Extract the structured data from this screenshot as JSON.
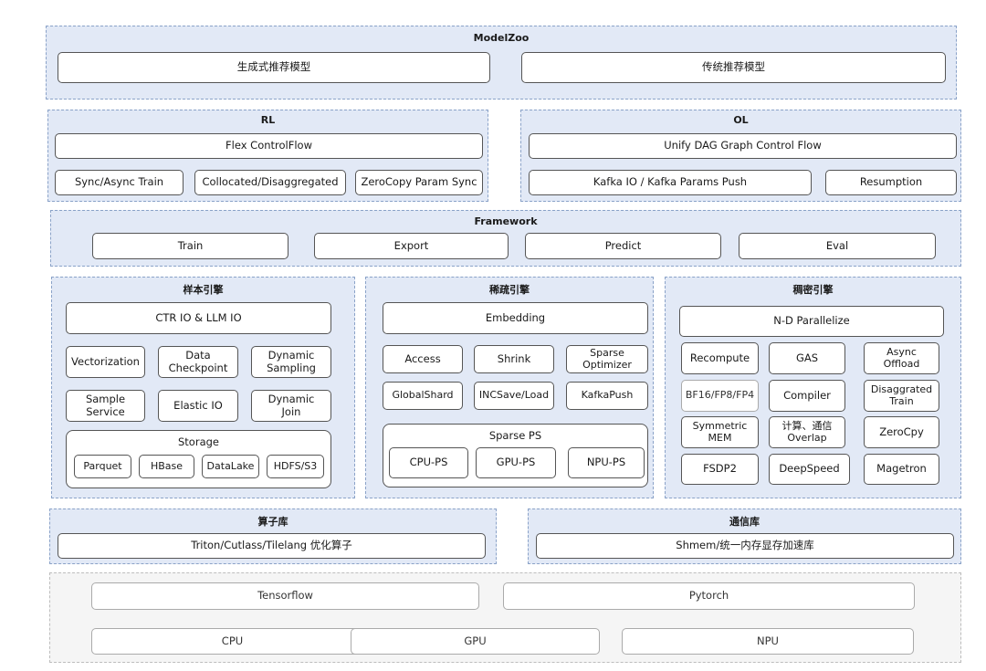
{
  "modelzoo": {
    "title": "ModelZoo",
    "items": [
      "生成式推荐模型",
      "传统推荐模型"
    ]
  },
  "rl": {
    "title": "RL",
    "control": "Flex ControlFlow",
    "items": [
      "Sync/Async Train",
      "Collocated/Disaggregated",
      "ZeroCopy Param Sync"
    ]
  },
  "ol": {
    "title": "OL",
    "control": "Unify DAG Graph Control Flow",
    "items": [
      "Kafka  IO / Kafka Params Push",
      "Resumption"
    ]
  },
  "framework": {
    "title": "Framework",
    "items": [
      "Train",
      "Export",
      "Predict",
      "Eval"
    ]
  },
  "sample": {
    "title": "样本引擎",
    "io": "CTR IO & LLM IO",
    "items": [
      "Vectorization",
      "Data\nCheckpoint",
      "Dynamic\nSampling",
      "Sample\nService",
      "Elastic IO",
      "Dynamic\nJoin"
    ],
    "storage": {
      "title": "Storage",
      "items": [
        "Parquet",
        "HBase",
        "DataLake",
        "HDFS/S3"
      ]
    }
  },
  "sparse": {
    "title": "稀疏引擎",
    "embedding": "Embedding",
    "items": [
      "Access",
      "Shrink",
      "Sparse\nOptimizer",
      "GlobalShard",
      "INCSave/Load",
      "KafkaPush"
    ],
    "ps": {
      "title": "Sparse PS",
      "items": [
        "CPU-PS",
        "GPU-PS",
        "NPU-PS"
      ]
    }
  },
  "dense": {
    "title": "稠密引擎",
    "parallel": "N-D Parallelize",
    "items": [
      "Recompute",
      "GAS",
      "Async\nOffload",
      "BF16/FP8/FP4",
      "Compiler",
      "Disaggrated\nTrain",
      "Symmetric\nMEM",
      "计算、通信\nOverlap",
      "ZeroCpy",
      "FSDP2",
      "DeepSpeed",
      "Magetron"
    ]
  },
  "ops": {
    "title": "算子库",
    "item": "Triton/Cutlass/Tilelang 优化算子"
  },
  "comm": {
    "title": "通信库",
    "item": "Shmem/统一内存显存加速库"
  },
  "base": {
    "frameworks": [
      "Tensorflow",
      "Pytorch"
    ],
    "hardware": [
      "CPU",
      "GPU",
      "NPU"
    ]
  }
}
